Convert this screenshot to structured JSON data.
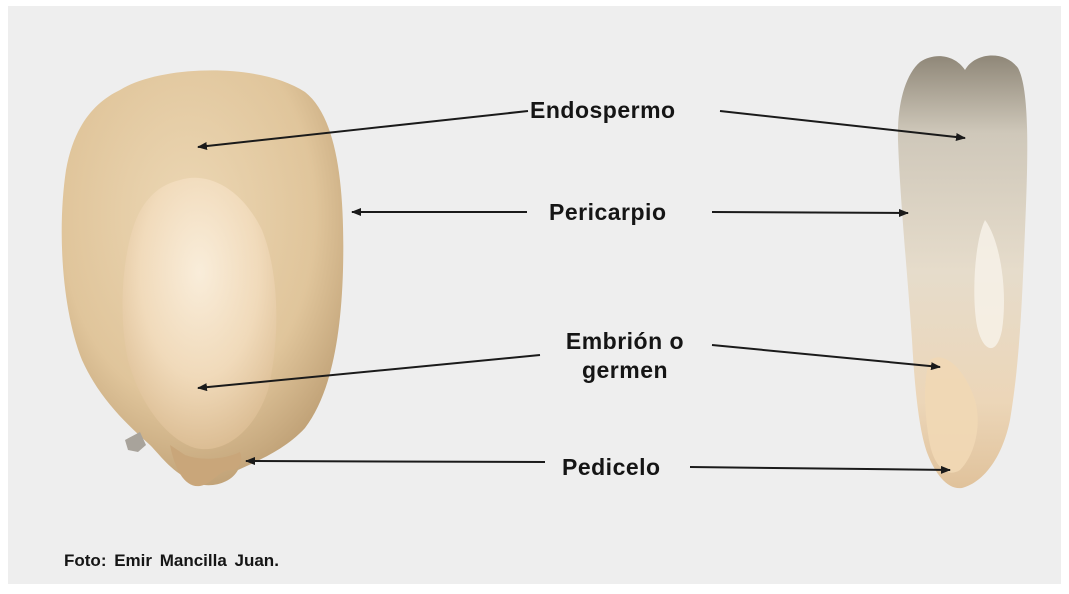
{
  "labels": {
    "endosperm": "Endospermo",
    "pericarp": "Pericarpio",
    "embryo_line1": "Embrión o",
    "embryo_line2": "germen",
    "pedicel": "Pedicelo"
  },
  "credit": "Foto: Emir Mancilla Juan.",
  "colors": {
    "background": "#eeeeee",
    "text": "#151515",
    "arrow": "#1a1a1a",
    "kernel_front": "#e2c8a0",
    "kernel_side": "#bdb3a2"
  }
}
